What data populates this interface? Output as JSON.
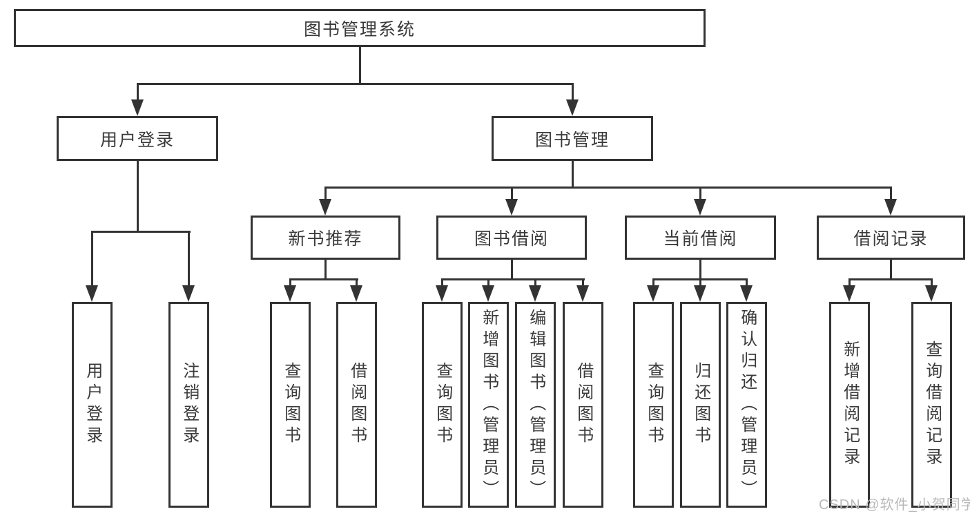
{
  "diagram": {
    "title": "图书管理系统",
    "type_hint": "hierarchy-tree"
  },
  "colors": {
    "line": "#333333",
    "box_border": "#333333",
    "text": "#3a3a3a",
    "watermark": "#b9b9b9",
    "background": "#ffffff"
  },
  "nodes": {
    "root": "图书管理系统",
    "user_login": "用户登录",
    "book_mgmt": "图书管理",
    "new_books": "新书推荐",
    "book_borrow": "图书借阅",
    "current_borrow": "当前借阅",
    "borrow_records": "借阅记录",
    "ul_login": "用户登录",
    "ul_logout": "注销登录",
    "nb_query": "查询图书",
    "nb_borrow": "借阅图书",
    "bb_query": "查询图书",
    "bb_add": "新增图书（管理员）",
    "bb_edit": "编辑图书（管理员）",
    "bb_borrow": "借阅图书",
    "cb_query": "查询图书",
    "cb_return": "归还图书",
    "cb_confirm": "确认归还（管理员）",
    "br_add": "新增借阅记录",
    "br_query": "查询借阅记录"
  },
  "watermark": {
    "text": "CSDN @软件_小贺同学"
  },
  "tree": {
    "root": "图书管理系统",
    "children": [
      {
        "label": "用户登录",
        "children": [
          "用户登录",
          "注销登录"
        ]
      },
      {
        "label": "图书管理",
        "children": [
          {
            "label": "新书推荐",
            "children": [
              "查询图书",
              "借阅图书"
            ]
          },
          {
            "label": "图书借阅",
            "children": [
              "查询图书",
              "新增图书（管理员）",
              "编辑图书（管理员）",
              "借阅图书"
            ]
          },
          {
            "label": "当前借阅",
            "children": [
              "查询图书",
              "归还图书",
              "确认归还（管理员）"
            ]
          },
          {
            "label": "借阅记录",
            "children": [
              "新增借阅记录",
              "查询借阅记录"
            ]
          }
        ]
      }
    ]
  }
}
